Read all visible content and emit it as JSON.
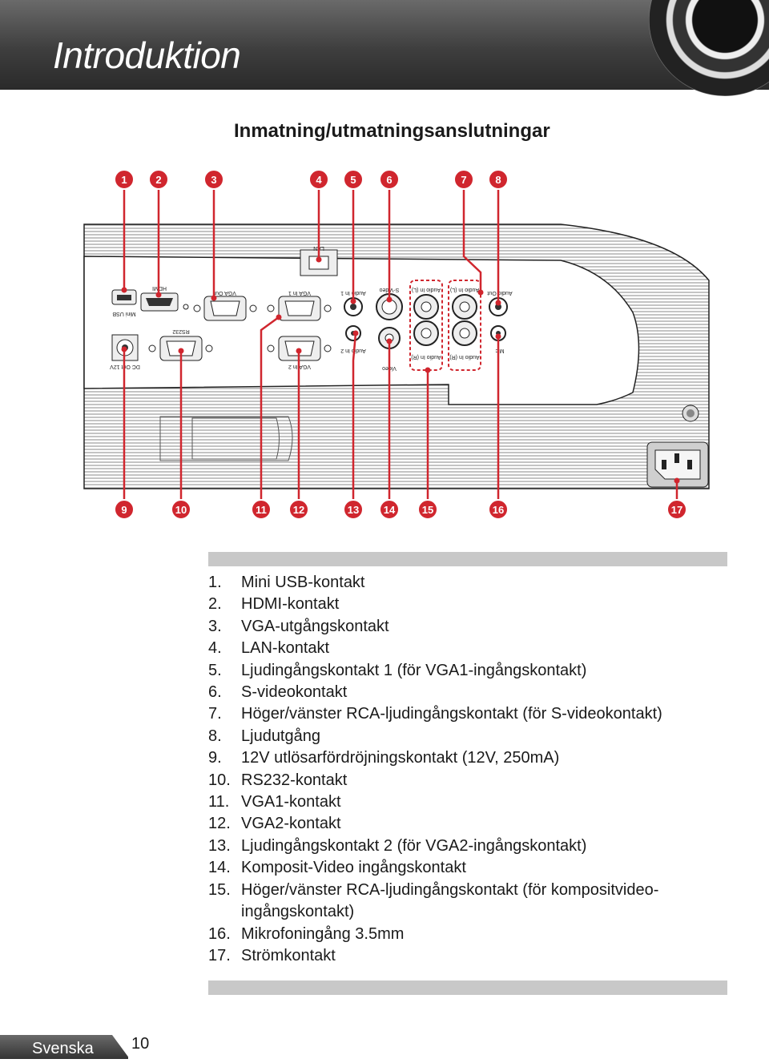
{
  "header": {
    "title": "Introduktion"
  },
  "section_title": "Inmatning/utmatningsanslutningar",
  "callouts_top": [
    "1",
    "2",
    "3",
    "4",
    "5",
    "6",
    "7",
    "8"
  ],
  "callouts_bottom": [
    "9",
    "10",
    "11",
    "12",
    "13",
    "14",
    "15",
    "16",
    "17"
  ],
  "panel_labels": {
    "mini_usb": "Mini USB",
    "hdmi": "HDMI",
    "vga_out": "VGA Out",
    "vga_in_1": "VGA In 1",
    "vga_in_2": "VGA In 2",
    "lan": "LAN",
    "audio_in_1": "Audio In 1",
    "audio_in_2": "Audio In 2",
    "s_video": "S-Video",
    "video": "Video",
    "audio_in_l_a": "Audio In (L)",
    "audio_in_r_a": "Audio In (R)",
    "audio_in_l_b": "Audio In (L)",
    "audio_in_r_b": "Audio In (R)",
    "audio_out": "Audio Out",
    "mic": "Mic",
    "rs232": "RS232",
    "dc_out": "DC Out 12V"
  },
  "items": [
    {
      "num": "1.",
      "text": "Mini USB-kontakt"
    },
    {
      "num": "2.",
      "text": "HDMI-kontakt"
    },
    {
      "num": "3.",
      "text": "VGA-utgångskontakt"
    },
    {
      "num": "4.",
      "text": "LAN-kontakt"
    },
    {
      "num": "5.",
      "text": "Ljudingångskontakt 1 (för VGA1-ingångskontakt)"
    },
    {
      "num": "6.",
      "text": "S-videokontakt"
    },
    {
      "num": "7.",
      "text": "Höger/vänster RCA-ljudingångskontakt (för S-videokontakt)"
    },
    {
      "num": "8.",
      "text": "Ljudutgång"
    },
    {
      "num": "9.",
      "text": "12V utlösarfördröjningskontakt (12V, 250mA)"
    },
    {
      "num": "10.",
      "text": "RS232-kontakt"
    },
    {
      "num": "11.",
      "text": "VGA1-kontakt"
    },
    {
      "num": "12.",
      "text": "VGA2-kontakt"
    },
    {
      "num": "13.",
      "text": "Ljudingångskontakt 2 (för VGA2-ingångskontakt)"
    },
    {
      "num": "14.",
      "text": "Komposit-Video ingångskontakt"
    },
    {
      "num": "15.",
      "text": "Höger/vänster RCA-ljudingångskontakt (för kompositvideo- ingångskontakt)"
    },
    {
      "num": "16.",
      "text": "Mikrofoningång 3.5mm"
    },
    {
      "num": "17.",
      "text": "Strömkontakt"
    }
  ],
  "footer": {
    "language": "Svenska",
    "page_number": "10"
  },
  "colors": {
    "callout": "#d0262e",
    "header_dark": "#3e3e3e",
    "bar": "#c8c8c8"
  }
}
